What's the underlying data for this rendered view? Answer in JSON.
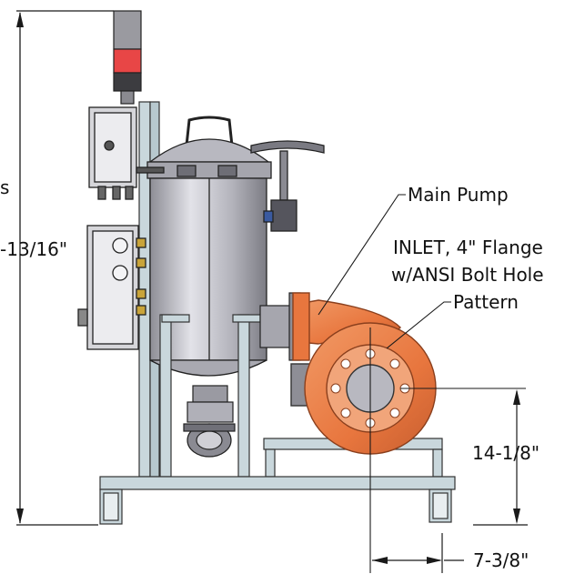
{
  "labels": {
    "main_pump": "Main Pump",
    "inlet_line1": "INLET, 4\" Flange",
    "inlet_line2": "w/ANSI Bolt Hole",
    "inlet_line3": "Pattern",
    "overall_height": "-13/16\"",
    "left_fragment": "s",
    "inlet_height": "14-1/8\"",
    "inlet_offset": "7-3/8\""
  },
  "colors": {
    "pump": "#e8763e",
    "pump_dark": "#b5532a",
    "frame": "#c9d7dc",
    "tank": "#c3c3c9",
    "line": "#1a1a1a"
  }
}
